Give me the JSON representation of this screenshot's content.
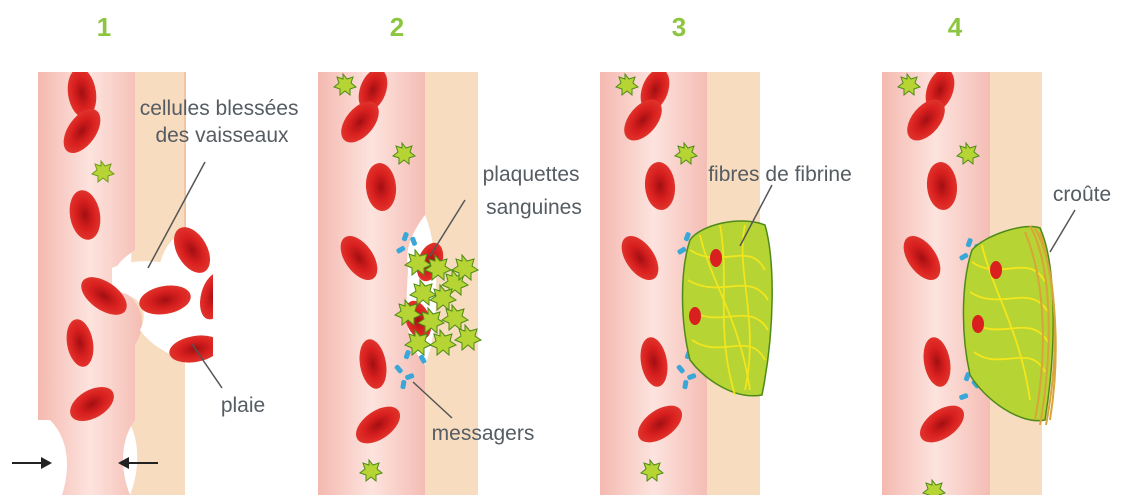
{
  "colors": {
    "step_number": "#8cc63f",
    "vessel_wall": "#f7c9c2",
    "vessel_lumen": "#fbe0da",
    "tissue": "#f8dcc0",
    "red_cell": "#d9201f",
    "platelet": "#b6d433",
    "messenger": "#3aa7d9",
    "fibrin": "#f5e61c",
    "crust": "#d9a43a",
    "label_text": "#555c62"
  },
  "panels": [
    {
      "number": "1",
      "labels": {
        "injured_cells": [
          "cellules blessées",
          "des vaisseaux"
        ],
        "wound": "plaie"
      }
    },
    {
      "number": "2",
      "labels": {
        "platelets": [
          "plaquettes",
          "sanguines"
        ],
        "messengers": "messagers"
      }
    },
    {
      "number": "3",
      "labels": {
        "fibrin": "fibres de fibrine"
      }
    },
    {
      "number": "4",
      "labels": {
        "crust": "croûte"
      }
    }
  ]
}
